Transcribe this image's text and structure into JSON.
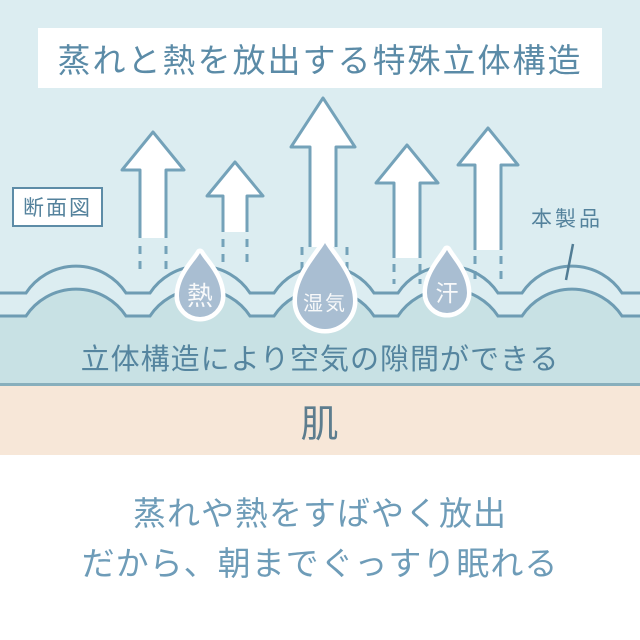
{
  "title": "蒸れと熱を放出する特殊立体構造",
  "diagram": {
    "section_label": "断面図",
    "product_label": "本製品",
    "droplets": [
      {
        "label": "熱"
      },
      {
        "label": "湿気"
      },
      {
        "label": "汗"
      }
    ],
    "air_gap_text": "立体構造により空気の隙間ができる",
    "skin_label": "肌"
  },
  "caption": {
    "line1": "蒸れや熱をすばやく放出",
    "line2": "だから、朝までぐっすり眠れる"
  },
  "colors": {
    "background_blue": "#dcedf1",
    "teal_fill": "#c8e1e4",
    "wave_stroke": "#6e9cb3",
    "arrow_stroke": "#74a2b9",
    "droplet_fill": "#a9bed2",
    "accent_text": "#5b8ba7",
    "skin_peach": "#f7e7d8",
    "divider": "#88afbc",
    "caption_text": "#6e9cb8"
  }
}
